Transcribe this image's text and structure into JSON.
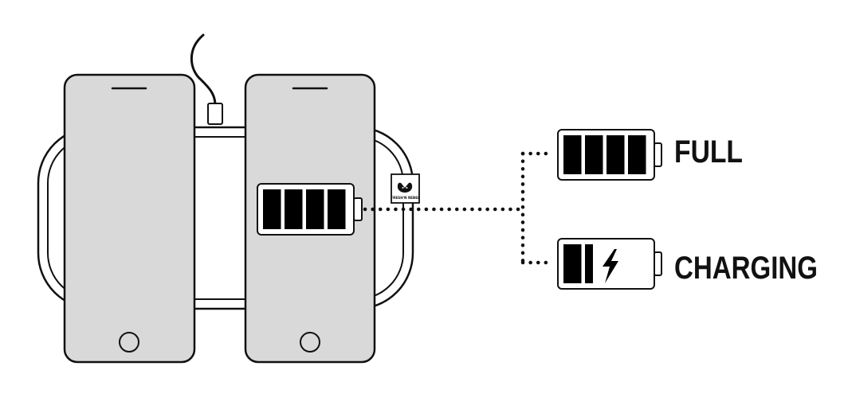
{
  "legend": {
    "full_label": "FULL",
    "charging_label": "CHARGING"
  },
  "device": {
    "brand_text": "FRESH'N REBEL"
  },
  "indicator": {
    "full_segments": 4,
    "charging_segments": 2
  },
  "colors": {
    "outline": "#111111",
    "phone_fill": "#d9d9d9",
    "pad_fill": "#ffffff",
    "segment_fill": "#000000"
  }
}
